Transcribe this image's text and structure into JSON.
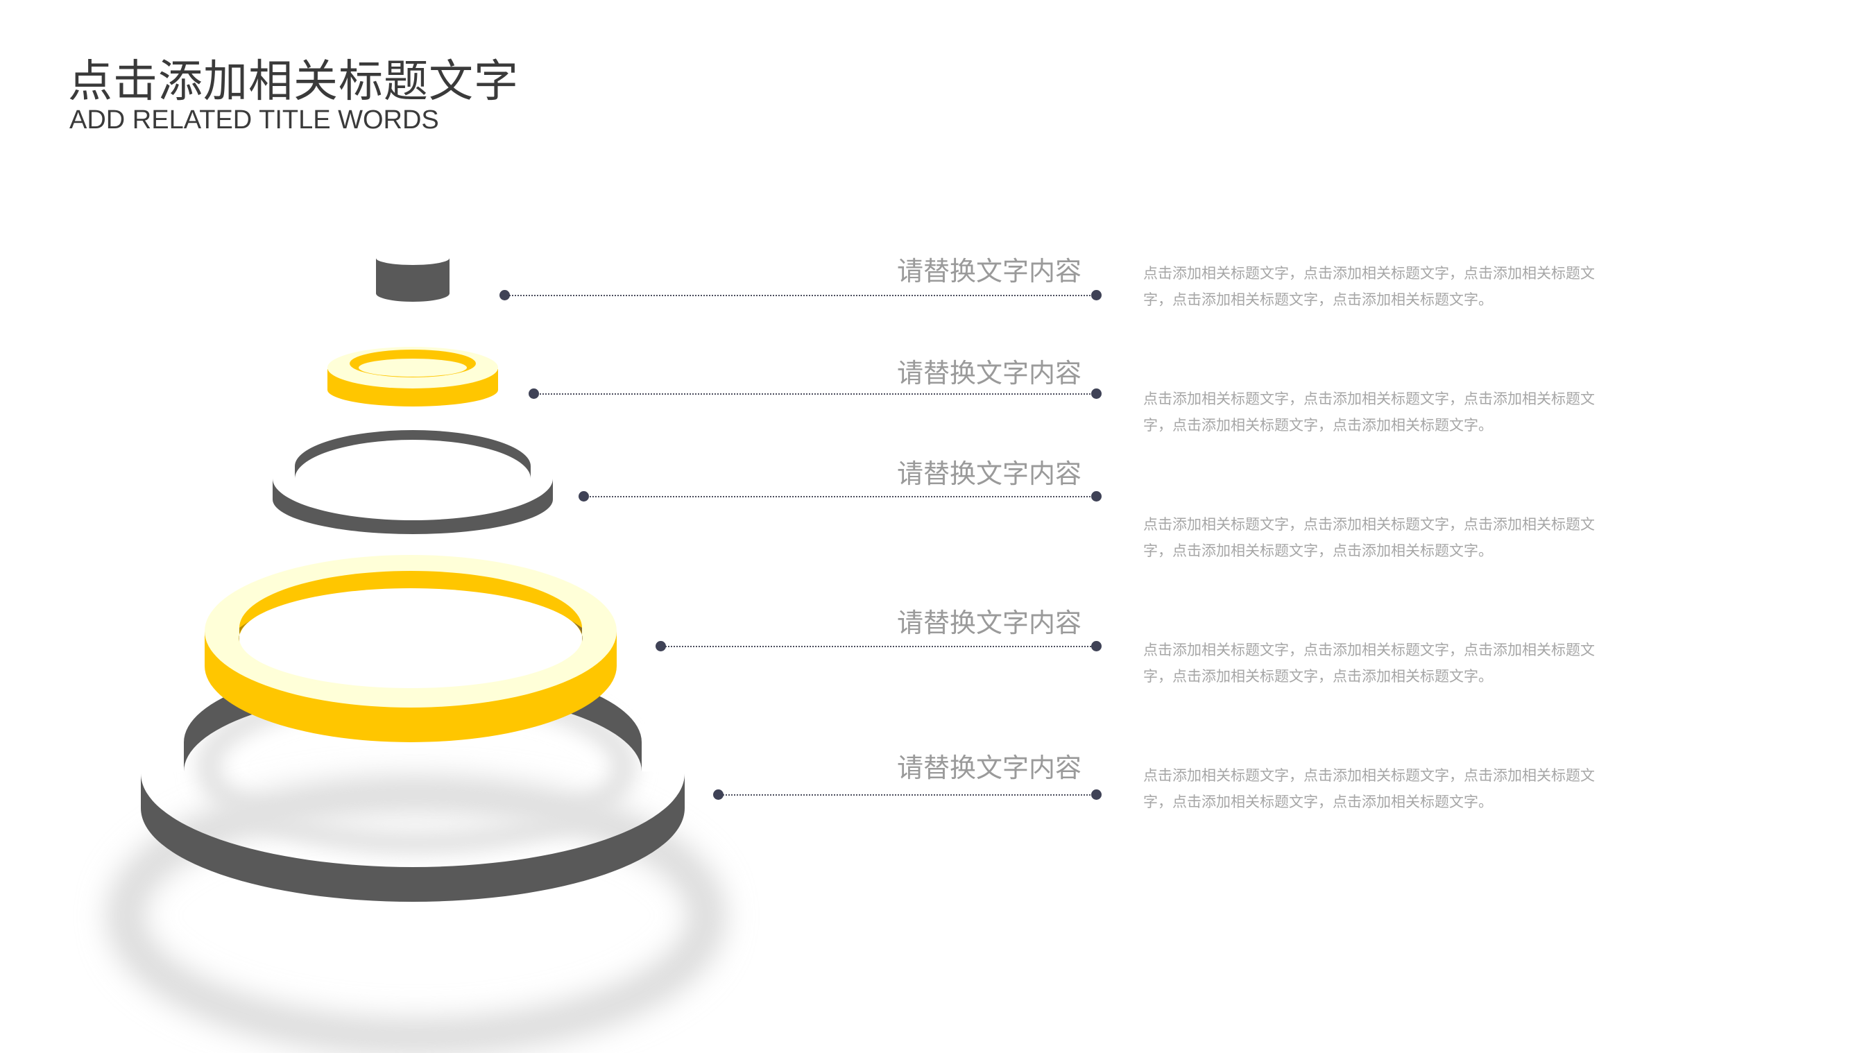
{
  "header": {
    "title": "点击添加相关标题文字",
    "subtitle": "ADD RELATED TITLE WORDS"
  },
  "colors": {
    "accent_yellow": "#FFC600",
    "accent_yellow_top": "#FFFFD8",
    "ring_gray": "#595959",
    "dot": "#3F4256",
    "label_text": "#9A9A9A",
    "desc_text": "#A6A6A6"
  },
  "rows": [
    {
      "label": "请替换文字内容",
      "desc": "点击添加相关标题文字，点击添加相关标题文字，点击添加相关标题文字，点击添加相关标题文字，点击添加相关标题文字。",
      "tier_color": "gray"
    },
    {
      "label": "请替换文字内容",
      "desc": "点击添加相关标题文字，点击添加相关标题文字，点击添加相关标题文字，点击添加相关标题文字，点击添加相关标题文字。",
      "tier_color": "yellow"
    },
    {
      "label": "请替换文字内容",
      "desc": "点击添加相关标题文字，点击添加相关标题文字，点击添加相关标题文字，点击添加相关标题文字，点击添加相关标题文字。",
      "tier_color": "gray"
    },
    {
      "label": "请替换文字内容",
      "desc": "点击添加相关标题文字，点击添加相关标题文字，点击添加相关标题文字，点击添加相关标题文字，点击添加相关标题文字。",
      "tier_color": "yellow"
    },
    {
      "label": "请替换文字内容",
      "desc": "点击添加相关标题文字，点击添加相关标题文字，点击添加相关标题文字，点击添加相关标题文字，点击添加相关标题文字。",
      "tier_color": "gray"
    }
  ]
}
